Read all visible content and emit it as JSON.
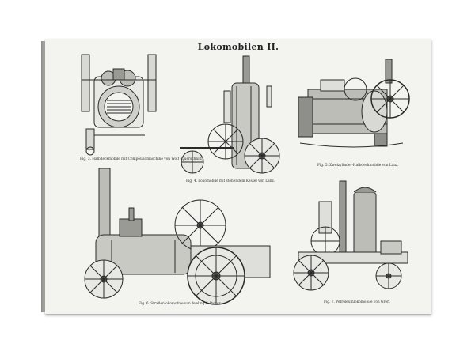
{
  "plate": {
    "title": "Lokomobilen II.",
    "captions": {
      "fig3": "Fig. 3. Halbdeckmobile mit Compoundmaschine von Wolf (Querschnitt).",
      "fig4": "Fig. 4. Lokomobile mit stehendem Kessel von Lanz.",
      "fig5": "Fig. 5. Zweizylinder-Halbdeckmobile von Lanz.",
      "fig6": "Fig. 6. Straßenlokomotive von Aveling & Porter.",
      "fig7": "Fig. 7. Petroleumlokomobile von Groh."
    }
  },
  "colors": {
    "ink": "#2a2a2a",
    "paper": "#f3f3f0",
    "frame_edge": "#a9a9a4"
  },
  "illustrations": [
    "engine-cross-section",
    "vertical-boiler-locomobile",
    "two-cylinder-locomobile",
    "road-locomotive",
    "petroleum-locomobile"
  ]
}
